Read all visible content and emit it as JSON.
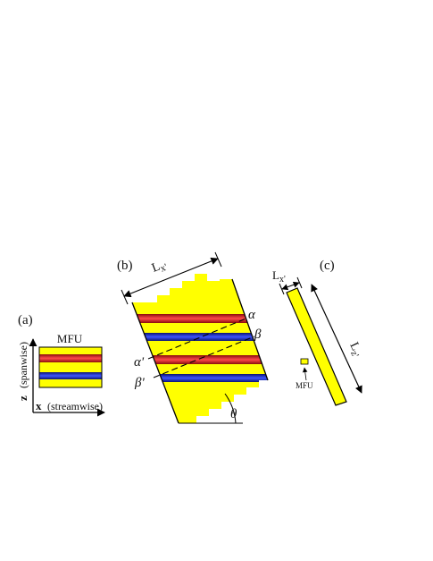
{
  "panels": {
    "a": {
      "label": "(a)",
      "title": "MFU",
      "axis_vertical": "z",
      "axis_vertical_desc": "(spanwise)",
      "axis_horizontal": "x",
      "axis_horizontal_desc": "(streamwise)"
    },
    "b": {
      "label": "(b)",
      "length_symbol": "L",
      "length_subscript": "x'",
      "alpha": "α",
      "beta": "β",
      "alpha_prime": "α'",
      "beta_prime": "β'",
      "theta": "θ"
    },
    "c": {
      "label": "(c)",
      "length_x_symbol": "L",
      "length_x_subscript": "x'",
      "length_z_symbol": "L",
      "length_z_subscript": "z'",
      "mfu_label": "MFU"
    }
  },
  "colors": {
    "yellow": "#ffff00",
    "red": "#e52222",
    "blue": "#1f30c8",
    "outline": "#000000"
  }
}
